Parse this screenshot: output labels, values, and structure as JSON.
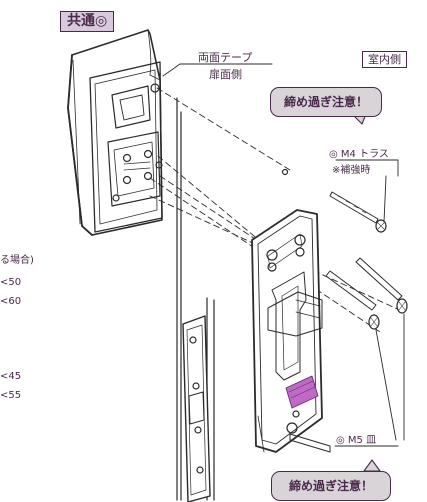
{
  "labels": {
    "common_badge": "共通◎",
    "tape_line1": "両面テープ",
    "tape_line2": "扉面側",
    "indoor_side": "室内側",
    "caution_top": "締め過ぎ注意！",
    "screw_m4": "◎ M4 トラス",
    "reinforce_note": "※補強時",
    "screw_m5": "◎ M5 皿",
    "caution_bottom": "締め過ぎ注意！"
  },
  "side_text": [
    "る場合)",
    "<50",
    "<60",
    "<45",
    "<55"
  ],
  "colors": {
    "ink": "#4a2a4a",
    "badge_bg": "#d9c9dc",
    "bubble_bg": "#d8d4d8",
    "latch_accent": "#c06ac8"
  }
}
